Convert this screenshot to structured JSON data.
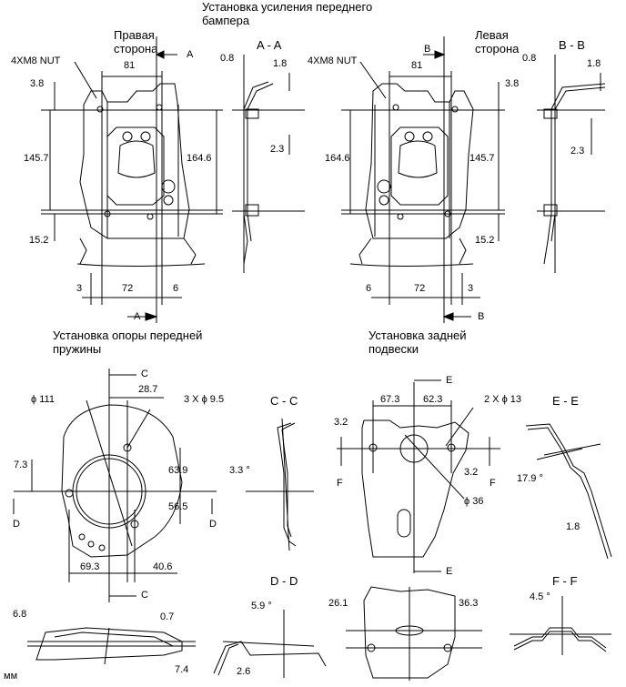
{
  "titles": {
    "bumper": "Установка усиления переднего бампера",
    "spring": "Установка опоры передней пружины",
    "rear": "Установка задней подвески",
    "right_side": "Правая сторона",
    "left_side": "Левая сторона"
  },
  "units": "мм",
  "nut_label": "4XM8 NUT",
  "sections": {
    "aa": "A - A",
    "bb": "B - B",
    "cc": "C - C",
    "dd": "D - D",
    "ee": "E - E",
    "ff": "F - F"
  },
  "markers": {
    "a": "A",
    "b": "B",
    "c": "C",
    "d": "D",
    "e": "E",
    "f": "F"
  },
  "dims_right": {
    "w81": "81",
    "top38": "3.8",
    "h1457": "145.7",
    "h1646": "164.6",
    "b152": "15.2",
    "b3": "3",
    "b72": "72",
    "b6": "6"
  },
  "dims_left": {
    "w81": "81",
    "top38": "3.8",
    "h1646": "164.6",
    "h1457": "145.7",
    "b152": "15.2",
    "b6": "6",
    "b72": "72",
    "b3": "3"
  },
  "dims_aa": {
    "d08": "0.8",
    "d18": "1.8",
    "d23": "2.3"
  },
  "dims_bb": {
    "d08": "0.8",
    "d18": "1.8",
    "d23": "2.3"
  },
  "dims_spring": {
    "phi111": "ϕ 111",
    "holes": "3 X ϕ 9.5",
    "d287": "28.7",
    "d73": "7.3",
    "d639": "63.9",
    "d565": "56.5",
    "d693": "69.3",
    "d406": "40.6"
  },
  "dims_cc": {
    "ang": "3.3 °"
  },
  "dims_spring_side": {
    "d68": "6.8",
    "d07": "0.7",
    "d74": "7.4"
  },
  "dims_dd": {
    "ang": "5.9 °",
    "d26": "2.6"
  },
  "dims_rear": {
    "d673": "67.3",
    "d623": "62.3",
    "holes": "2 X ϕ 13",
    "d32l": "3.2",
    "d32r": "3.2",
    "phi36": "ϕ 36"
  },
  "dims_ee": {
    "ang": "17.9 °",
    "d18": "1.8"
  },
  "dims_rear_side": {
    "d261": "26.1",
    "d363": "36.3"
  },
  "dims_ff": {
    "ang": "4.5 °"
  }
}
